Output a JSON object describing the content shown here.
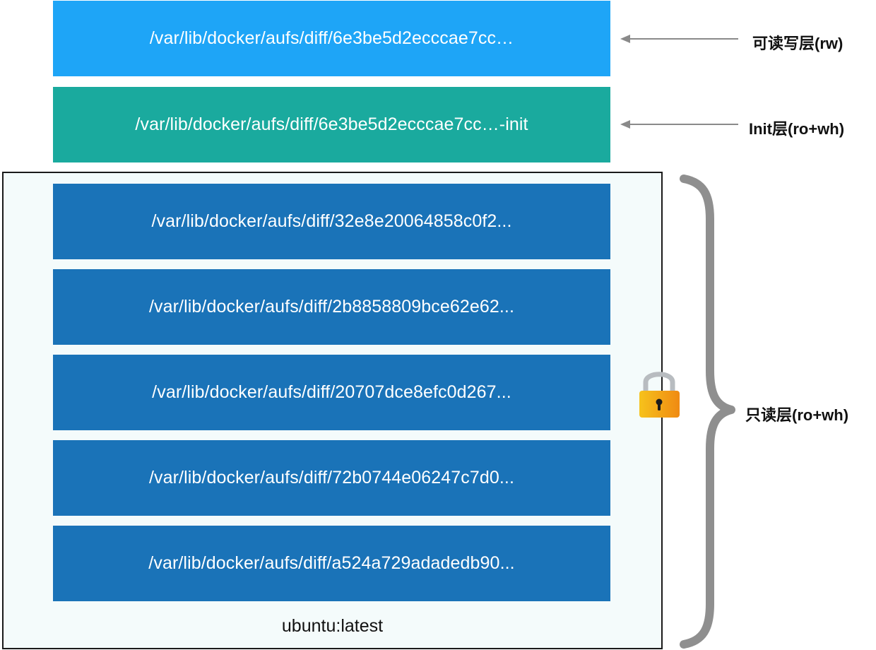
{
  "layers": {
    "rw": {
      "path": "/var/lib/docker/aufs/diff/6e3be5d2ecccae7cc…",
      "label": "可读写层(rw)",
      "color": "#1ea5f7"
    },
    "init": {
      "path": "/var/lib/docker/aufs/diff/6e3be5d2ecccae7cc…-init",
      "label": "Init层(ro+wh)",
      "color": "#1aaa9e"
    },
    "readonly": {
      "label": "只读层(ro+wh)",
      "color": "#1a73b8",
      "items": [
        "/var/lib/docker/aufs/diff/32e8e20064858c0f2...",
        "/var/lib/docker/aufs/diff/2b8858809bce62e62...",
        "/var/lib/docker/aufs/diff/20707dce8efc0d267...",
        "/var/lib/docker/aufs/diff/72b0744e06247c7d0...",
        "/var/lib/docker/aufs/diff/a524a729adadedb90..."
      ]
    }
  },
  "image": {
    "name": "ubuntu:latest"
  },
  "icons": {
    "lock": "lock-icon",
    "brace": "curly-brace-icon",
    "arrow": "arrow-left-icon"
  }
}
